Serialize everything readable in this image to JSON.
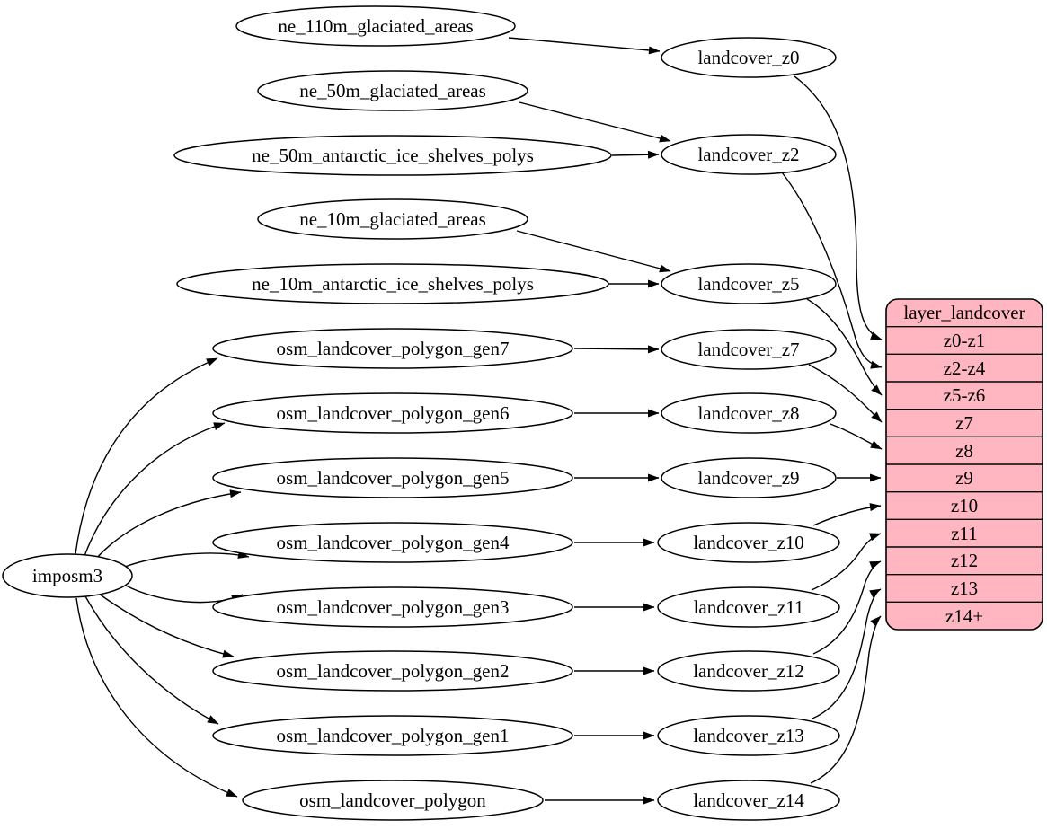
{
  "diagram": {
    "type": "graphviz-flow-diagram",
    "colors": {
      "background": "#ffffff",
      "node_fill": "#ffffff",
      "edge_color": "#000000",
      "text_color": "#000000",
      "table_fill": "#ffb6c1"
    },
    "nodes": {
      "imposm3": "imposm3",
      "ne_110m_glaciated_areas": "ne_110m_glaciated_areas",
      "ne_50m_glaciated_areas": "ne_50m_glaciated_areas",
      "ne_50m_antarctic_ice_shelves_polys": "ne_50m_antarctic_ice_shelves_polys",
      "ne_10m_glaciated_areas": "ne_10m_glaciated_areas",
      "ne_10m_antarctic_ice_shelves_polys": "ne_10m_antarctic_ice_shelves_polys",
      "osm_landcover_polygon_gen7": "osm_landcover_polygon_gen7",
      "osm_landcover_polygon_gen6": "osm_landcover_polygon_gen6",
      "osm_landcover_polygon_gen5": "osm_landcover_polygon_gen5",
      "osm_landcover_polygon_gen4": "osm_landcover_polygon_gen4",
      "osm_landcover_polygon_gen3": "osm_landcover_polygon_gen3",
      "osm_landcover_polygon_gen2": "osm_landcover_polygon_gen2",
      "osm_landcover_polygon_gen1": "osm_landcover_polygon_gen1",
      "osm_landcover_polygon": "osm_landcover_polygon",
      "landcover_z0": "landcover_z0",
      "landcover_z2": "landcover_z2",
      "landcover_z5": "landcover_z5",
      "landcover_z7": "landcover_z7",
      "landcover_z8": "landcover_z8",
      "landcover_z9": "landcover_z9",
      "landcover_z10": "landcover_z10",
      "landcover_z11": "landcover_z11",
      "landcover_z12": "landcover_z12",
      "landcover_z13": "landcover_z13",
      "landcover_z14": "landcover_z14"
    },
    "table": {
      "title": "layer_landcover",
      "rows": [
        "z0-z1",
        "z2-z4",
        "z5-z6",
        "z7",
        "z8",
        "z9",
        "z10",
        "z11",
        "z12",
        "z13",
        "z14+"
      ],
      "fill_color": "#ffb6c1"
    },
    "edges": [
      {
        "from": "ne_110m_glaciated_areas",
        "to": "landcover_z0"
      },
      {
        "from": "ne_50m_glaciated_areas",
        "to": "landcover_z2"
      },
      {
        "from": "ne_50m_antarctic_ice_shelves_polys",
        "to": "landcover_z2"
      },
      {
        "from": "ne_10m_glaciated_areas",
        "to": "landcover_z5"
      },
      {
        "from": "ne_10m_antarctic_ice_shelves_polys",
        "to": "landcover_z5"
      },
      {
        "from": "imposm3",
        "to": "osm_landcover_polygon_gen7"
      },
      {
        "from": "imposm3",
        "to": "osm_landcover_polygon_gen6"
      },
      {
        "from": "imposm3",
        "to": "osm_landcover_polygon_gen5"
      },
      {
        "from": "imposm3",
        "to": "osm_landcover_polygon_gen4"
      },
      {
        "from": "imposm3",
        "to": "osm_landcover_polygon_gen3"
      },
      {
        "from": "imposm3",
        "to": "osm_landcover_polygon_gen2"
      },
      {
        "from": "imposm3",
        "to": "osm_landcover_polygon_gen1"
      },
      {
        "from": "imposm3",
        "to": "osm_landcover_polygon"
      },
      {
        "from": "osm_landcover_polygon_gen7",
        "to": "landcover_z7"
      },
      {
        "from": "osm_landcover_polygon_gen6",
        "to": "landcover_z8"
      },
      {
        "from": "osm_landcover_polygon_gen5",
        "to": "landcover_z9"
      },
      {
        "from": "osm_landcover_polygon_gen4",
        "to": "landcover_z10"
      },
      {
        "from": "osm_landcover_polygon_gen3",
        "to": "landcover_z11"
      },
      {
        "from": "osm_landcover_polygon_gen2",
        "to": "landcover_z12"
      },
      {
        "from": "osm_landcover_polygon_gen1",
        "to": "landcover_z13"
      },
      {
        "from": "osm_landcover_polygon",
        "to": "landcover_z14"
      },
      {
        "from": "landcover_z0",
        "to": "layer_landcover.z0-z1"
      },
      {
        "from": "landcover_z2",
        "to": "layer_landcover.z2-z4"
      },
      {
        "from": "landcover_z5",
        "to": "layer_landcover.z5-z6"
      },
      {
        "from": "landcover_z7",
        "to": "layer_landcover.z7"
      },
      {
        "from": "landcover_z8",
        "to": "layer_landcover.z8"
      },
      {
        "from": "landcover_z9",
        "to": "layer_landcover.z9"
      },
      {
        "from": "landcover_z10",
        "to": "layer_landcover.z10"
      },
      {
        "from": "landcover_z11",
        "to": "layer_landcover.z11"
      },
      {
        "from": "landcover_z12",
        "to": "layer_landcover.z12"
      },
      {
        "from": "landcover_z13",
        "to": "layer_landcover.z13"
      },
      {
        "from": "landcover_z14",
        "to": "layer_landcover.z14+"
      }
    ]
  }
}
